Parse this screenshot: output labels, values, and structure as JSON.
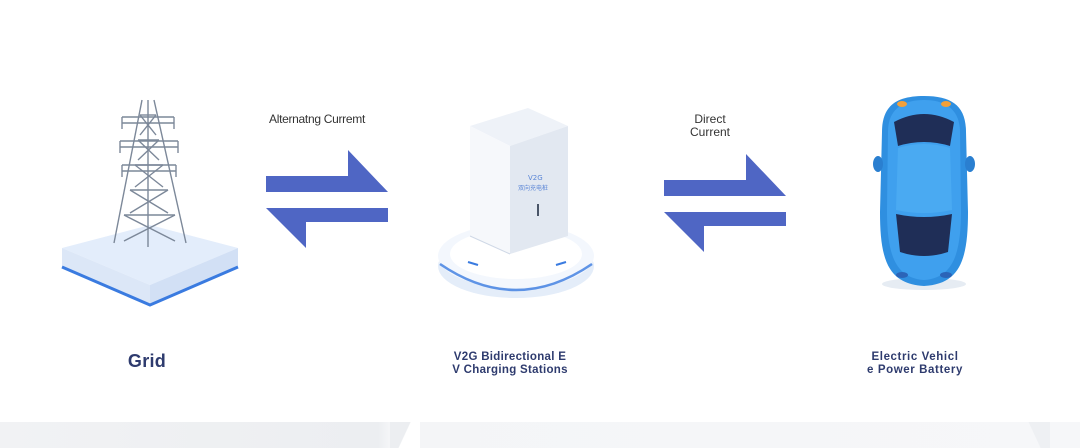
{
  "nodes": {
    "grid": {
      "label": "Grid",
      "icon": "transmission-tower-icon"
    },
    "station": {
      "label_line1": "V2G Bidirectional E",
      "label_line2": "V Charging Stations",
      "icon": "charging-station-icon",
      "cabinet_text1": "V2G",
      "cabinet_text2": "双向充电桩"
    },
    "ev": {
      "label_line1": "Electric Vehicl",
      "label_line2": "e Power Battery",
      "icon": "electric-car-icon"
    }
  },
  "flows": {
    "ac": {
      "label": "Alternatng Curremt",
      "icon": "bidirectional-arrow-icon"
    },
    "dc": {
      "label_line1": "Direct",
      "label_line2": "Current",
      "icon": "bidirectional-arrow-icon"
    }
  },
  "colors": {
    "arrow": "#4f66c4",
    "label": "#2e3b6e",
    "car_body": "#2f8fe0",
    "platform_accent": "#3a7be0"
  }
}
